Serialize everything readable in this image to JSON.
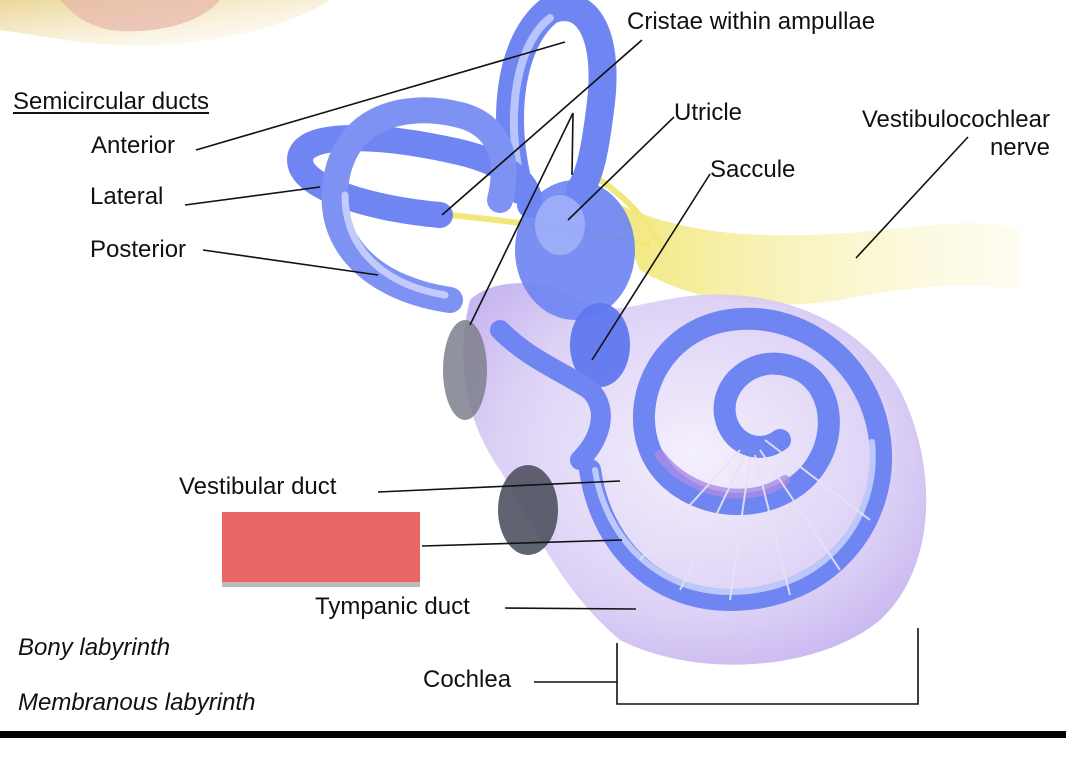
{
  "labels": {
    "cristae": "Cristae within ampullae",
    "semicircular": "Semicircular ducts",
    "anterior": "Anterior",
    "lateral": "Lateral",
    "posterior": "Posterior",
    "utricle": "Utricle",
    "saccule": "Saccule",
    "nerve_line1": "Vestibulocochlear",
    "nerve_line2": "nerve",
    "vestibular_duct": "Vestibular duct",
    "tympanic_duct": "Tympanic duct",
    "bony": "Bony labyrinth",
    "membranous": "Membranous labyrinth",
    "cochlea": "Cochlea"
  },
  "colors": {
    "duct_blue": "#6f86f2",
    "duct_highlight": "#b8c4fb",
    "bony_purple": "#cdbcf2",
    "nerve_yellow": "#f4ee9a",
    "redaction": "#e96665"
  }
}
